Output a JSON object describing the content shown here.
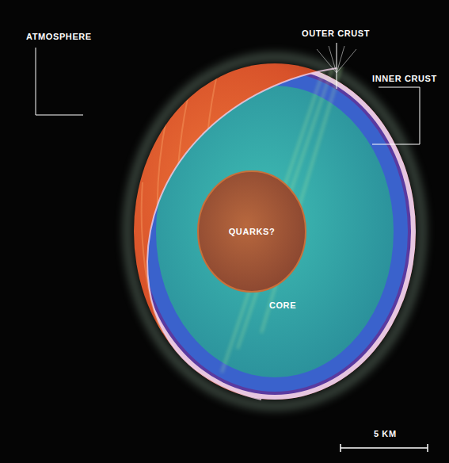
{
  "diagram": {
    "labels": [
      "ATMOSPHERE",
      "OUTER CRUST",
      "INNER CRUST",
      "QUARKS?",
      "CORE",
      "5 KM"
    ]
  }
}
